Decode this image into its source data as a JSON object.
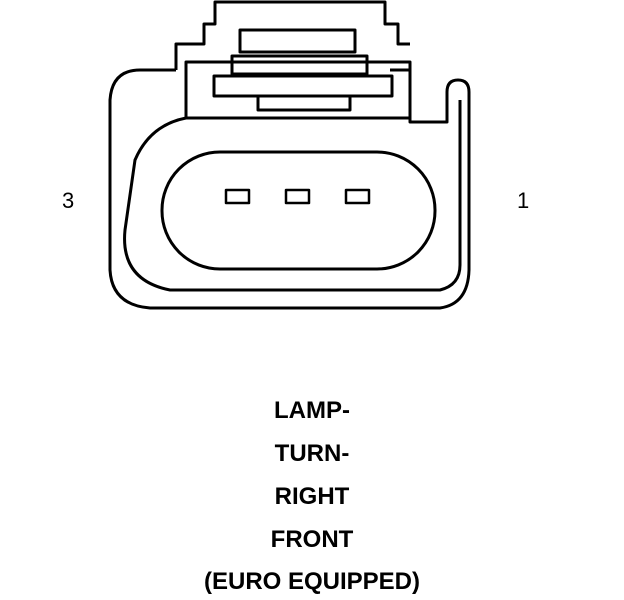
{
  "connector": {
    "pin_labels": {
      "left": "3",
      "right": "1"
    },
    "pin_count": 3
  },
  "caption": {
    "lines": [
      "LAMP-",
      "TURN-",
      "RIGHT",
      "FRONT",
      "(EURO EQUIPPED)"
    ]
  },
  "colors": {
    "line": "#000000",
    "background": "#ffffff"
  }
}
